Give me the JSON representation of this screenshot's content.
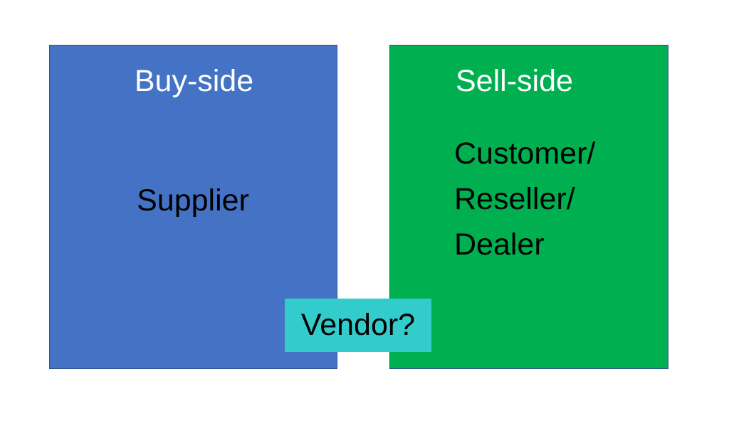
{
  "buy_side": {
    "title": "Buy-side",
    "label": "Supplier",
    "color": "#4472c4"
  },
  "sell_side": {
    "title": "Sell-side",
    "lines": [
      "Customer/",
      "Reseller/",
      "Dealer"
    ],
    "color": "#00b050"
  },
  "overlap": {
    "label": "Vendor?",
    "color": "#33cccc"
  }
}
